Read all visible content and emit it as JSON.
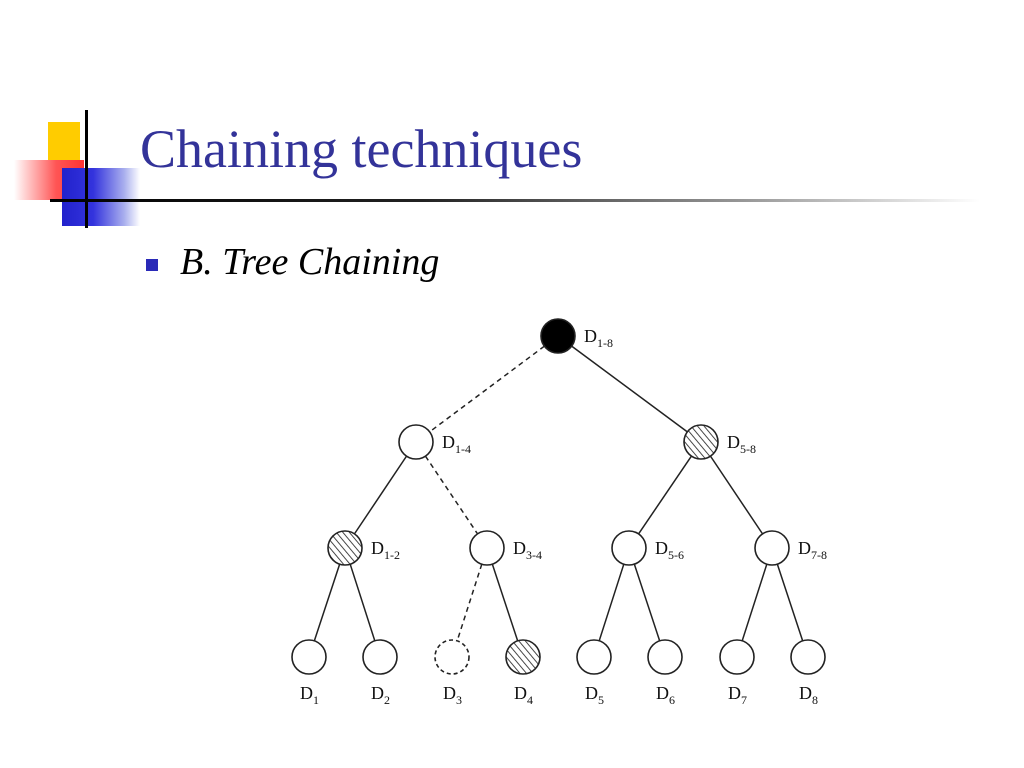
{
  "slide": {
    "title": "Chaining techniques",
    "bullet": "B. Tree Chaining"
  },
  "colors": {
    "title": "#333399",
    "bullet": "#2a2ab8"
  },
  "tree": {
    "nodes": [
      {
        "id": "D1-8",
        "base": "D",
        "sub": "1-8",
        "style": "black"
      },
      {
        "id": "D1-4",
        "base": "D",
        "sub": "1-4",
        "style": "empty"
      },
      {
        "id": "D5-8",
        "base": "D",
        "sub": "5-8",
        "style": "hatched"
      },
      {
        "id": "D1-2",
        "base": "D",
        "sub": "1-2",
        "style": "hatched"
      },
      {
        "id": "D3-4",
        "base": "D",
        "sub": "3-4",
        "style": "empty"
      },
      {
        "id": "D5-6",
        "base": "D",
        "sub": "5-6",
        "style": "empty"
      },
      {
        "id": "D7-8",
        "base": "D",
        "sub": "7-8",
        "style": "empty"
      },
      {
        "id": "D1",
        "base": "D",
        "sub": "1",
        "style": "empty"
      },
      {
        "id": "D2",
        "base": "D",
        "sub": "2",
        "style": "empty"
      },
      {
        "id": "D3",
        "base": "D",
        "sub": "3",
        "style": "dashed"
      },
      {
        "id": "D4",
        "base": "D",
        "sub": "4",
        "style": "hatched"
      },
      {
        "id": "D5",
        "base": "D",
        "sub": "5",
        "style": "empty"
      },
      {
        "id": "D6",
        "base": "D",
        "sub": "6",
        "style": "empty"
      },
      {
        "id": "D7",
        "base": "D",
        "sub": "7",
        "style": "empty"
      },
      {
        "id": "D8",
        "base": "D",
        "sub": "8",
        "style": "empty"
      }
    ],
    "edges": [
      {
        "from": "D1-8",
        "to": "D1-4",
        "style": "dashed"
      },
      {
        "from": "D1-8",
        "to": "D5-8",
        "style": "solid"
      },
      {
        "from": "D1-4",
        "to": "D1-2",
        "style": "solid"
      },
      {
        "from": "D1-4",
        "to": "D3-4",
        "style": "dashed"
      },
      {
        "from": "D5-8",
        "to": "D5-6",
        "style": "solid"
      },
      {
        "from": "D5-8",
        "to": "D7-8",
        "style": "solid"
      },
      {
        "from": "D1-2",
        "to": "D1",
        "style": "solid"
      },
      {
        "from": "D1-2",
        "to": "D2",
        "style": "solid"
      },
      {
        "from": "D3-4",
        "to": "D3",
        "style": "dashed"
      },
      {
        "from": "D3-4",
        "to": "D4",
        "style": "solid"
      },
      {
        "from": "D5-6",
        "to": "D5",
        "style": "solid"
      },
      {
        "from": "D5-6",
        "to": "D6",
        "style": "solid"
      },
      {
        "from": "D7-8",
        "to": "D7",
        "style": "solid"
      },
      {
        "from": "D7-8",
        "to": "D8",
        "style": "solid"
      }
    ]
  }
}
